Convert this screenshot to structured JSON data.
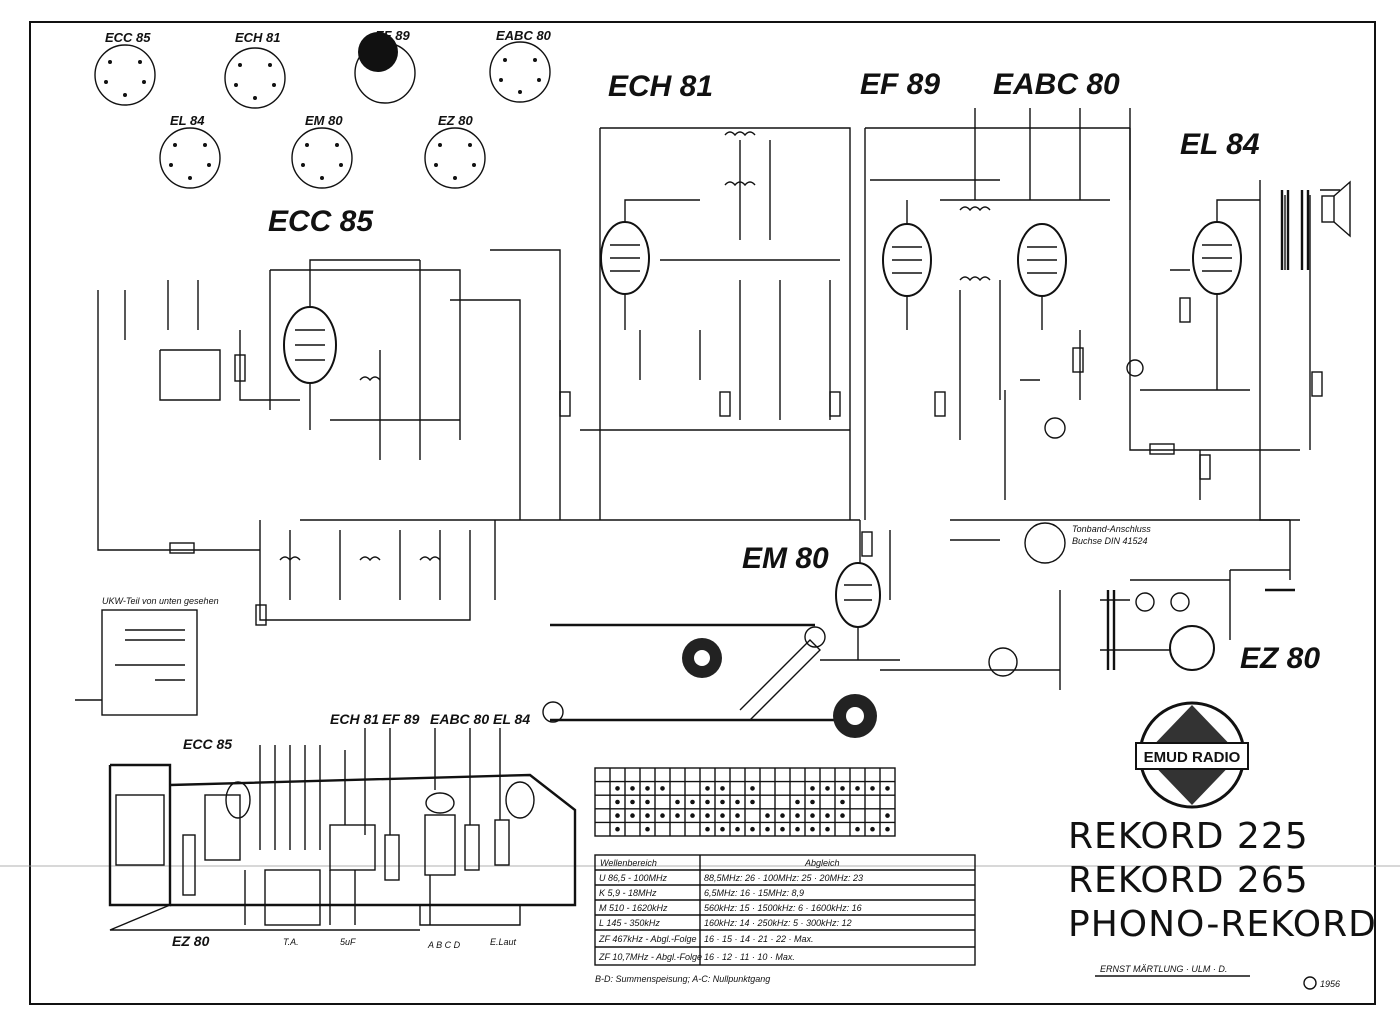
{
  "pinout_labels": [
    "ECC 85",
    "ECH 81",
    "EF 89",
    "EABC 80",
    "EL 84",
    "EM 80",
    "EZ 80"
  ],
  "tube_labels": {
    "ech81": "ECH 81",
    "ef89": "EF 89",
    "eabc80": "EABC 80",
    "el84": "EL 84",
    "ecc85": "ECC 85",
    "em80": "EM 80",
    "ez80": "EZ 80"
  },
  "chassis_labels": [
    "ECC 85",
    "ECH 81",
    "EF 89",
    "EABC 80",
    "EL 84",
    "EZ 80"
  ],
  "chassis_bottom_labels": [
    "T.A.",
    "5uF",
    "A B C D",
    "E.Laut"
  ],
  "notes": {
    "ukw_teil": "UKW-Teil von unten gesehen",
    "tonband": "Tonband-Anschluss",
    "buchse": "Buchse DIN 41524",
    "summen": "B-D: Summenspeisung; A-C: Nullpunktgang"
  },
  "brand": {
    "emblem": "EMUD RADIO"
  },
  "models": [
    "REKORD 225",
    "REKORD 265",
    "PHONO-REKORD"
  ],
  "maker": "ERNST MÄRTLUNG · ULM · D.",
  "date": "1956",
  "table": {
    "header": [
      "Wellenbereich",
      "Abgleich"
    ],
    "rows": [
      [
        "U 86,5 - 100MHz",
        "88,5MHz: 26 · 100MHz: 25 · 20MHz: 23"
      ],
      [
        "K 5,9 - 18MHz",
        "6,5MHz: 16 · 15MHz: 8,9"
      ],
      [
        "M 510 - 1620kHz",
        "560kHz: 15 · 1500kHz: 6 · 1600kHz: 16"
      ],
      [
        "L 145 - 350kHz",
        "160kHz: 14 · 250kHz: 5 · 300kHz: 12"
      ],
      [
        "ZF 467kHz - Abgl.-Folge",
        "16 · 15 · 14 · 21 · 22 · Max."
      ],
      [
        "ZF 10,7MHz - Abgl.-Folge",
        "16 · 12 · 11 · 10 · Max."
      ]
    ]
  },
  "colors": {
    "ink": "#111111",
    "paper": "#ffffff"
  }
}
